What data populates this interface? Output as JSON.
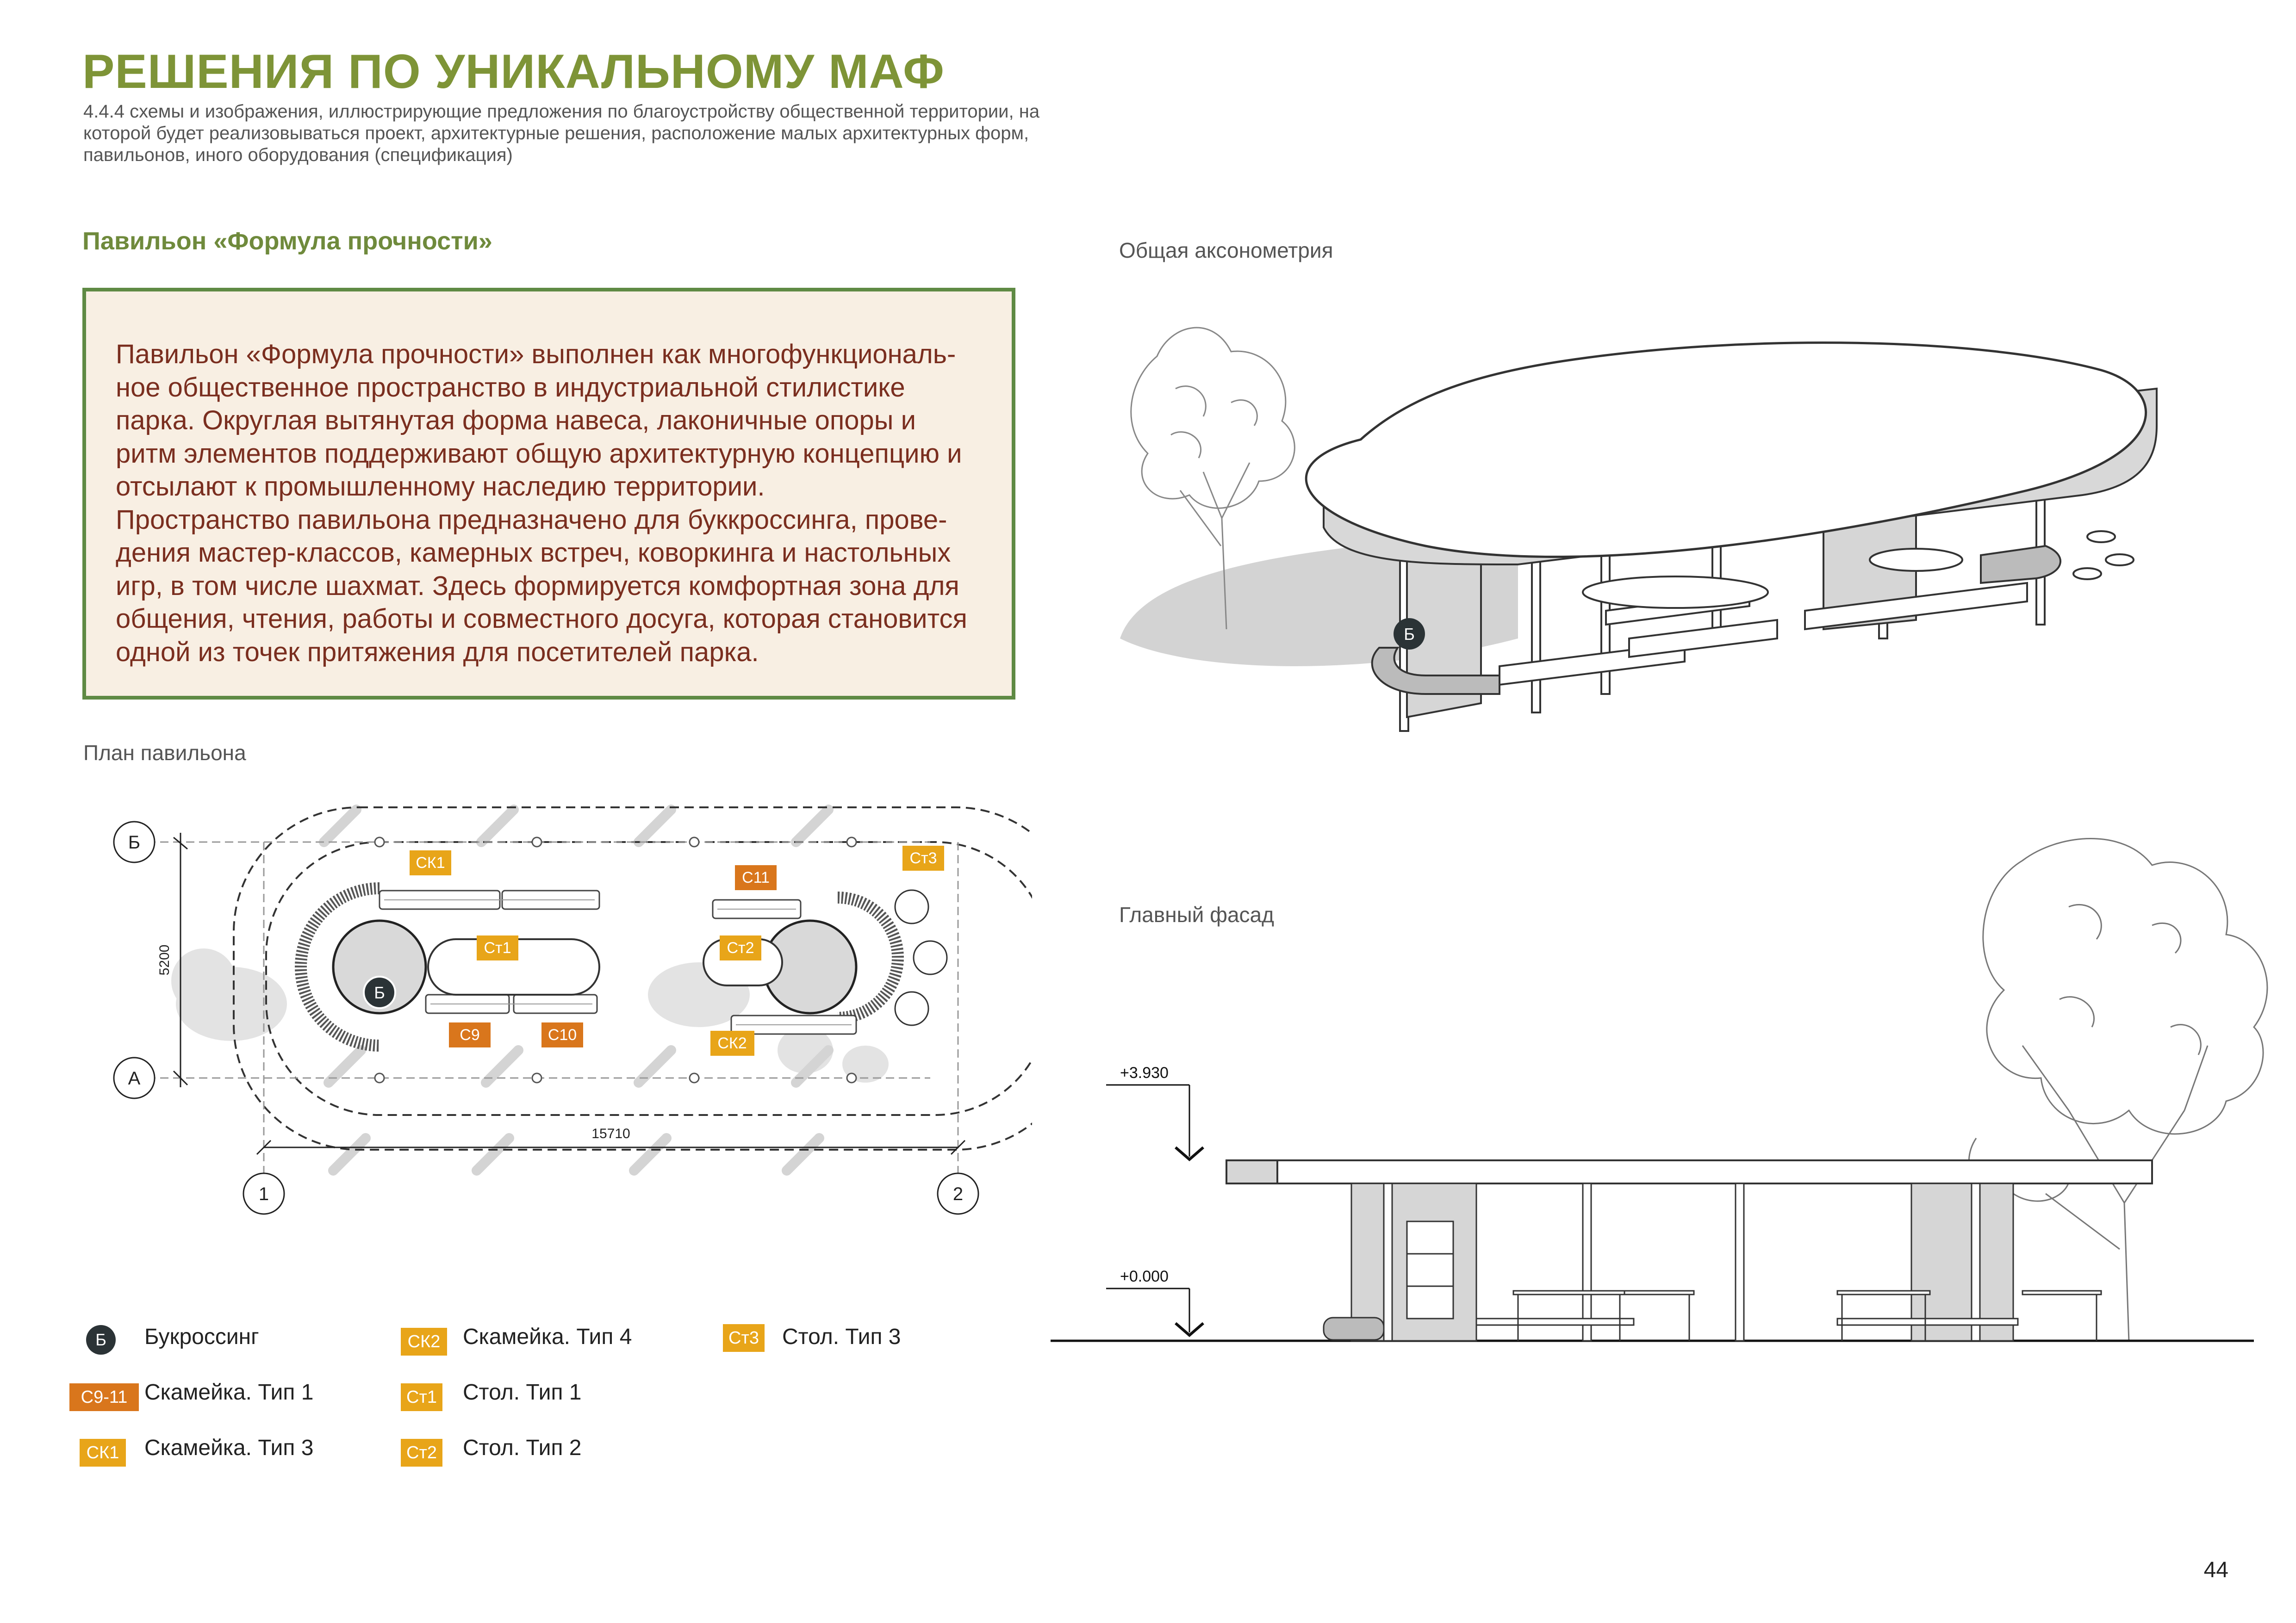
{
  "header": {
    "title": "РЕШЕНИЯ ПО УНИКАЛЬНОМУ МАФ",
    "subtitle": "4.4.4 схемы и изображения, иллюстрирующие предложения по благоустройству общественной территории, на которой будет реализовываться проект, архитектурные решения, расположение малых архитектурных форм, павильонов, иного оборудования (спецификация)"
  },
  "pavilion": {
    "name": "Павильон «Формула прочности»",
    "description": "Павильон «Формула прочности» выполнен как многофункциональ-\nное общественное пространство в индустриальной стилистике\nпарка. Округлая вытянутая форма навеса, лаконичные опоры и\nритм элементов поддерживают общую архитектурную концепцию и\nотсылают к промышленному наследию территории.\nПространство павильона предназначено для буккроссинга, прове-\nдения мастер-классов, камерных встреч, коворкинга и настольных\nигр, в том числе шахмат. Здесь формируется комфортная зона для\nобщения, чтения, работы и совместного досуга, которая становится\nодной из точек притяжения для посетителей парка."
  },
  "captions": {
    "plan": "План павильона",
    "axonometry": "Общая аксонометрия",
    "facade": "Главный фасад"
  },
  "plan": {
    "axis_b": "Б",
    "axis_a": "А",
    "axis_1": "1",
    "axis_2": "2",
    "dim_height": "5200",
    "dim_width": "15710",
    "bookcrossing_badge": "Б",
    "tags": {
      "ck1": "СК1",
      "ck2": "СК2",
      "ct1": "Ст1",
      "ct2": "Ст2",
      "ct3": "Ст3",
      "c9": "С9",
      "c10": "С10",
      "c11": "С11"
    }
  },
  "axonometry": {
    "badge": "Б"
  },
  "facade": {
    "level_top": "+3.930",
    "level_ground": "+0.000"
  },
  "legend": [
    {
      "key": "Б",
      "style": "badge",
      "label": "Букроссинг"
    },
    {
      "key": "С9-11",
      "style": "orange",
      "label": "Скамейка. Тип 1"
    },
    {
      "key": "СК1",
      "style": "yellow",
      "label": "Скамейка. Тип 3"
    },
    {
      "key": "СК2",
      "style": "yellow",
      "label": "Скамейка. Тип 4"
    },
    {
      "key": "Ст1",
      "style": "yellow",
      "label": "Стол. Тип 1"
    },
    {
      "key": "Ст2",
      "style": "yellow",
      "label": "Стол. Тип 2"
    },
    {
      "key": "Ст3",
      "style": "yellow",
      "label": "Стол. Тип 3"
    }
  ],
  "page_number": "44",
  "colors": {
    "title_green": "#7e9437",
    "box_border": "#5f8a44",
    "box_fill": "#f8efe3",
    "text_brown": "#7a2e1f",
    "tag_yellow": "#e8a519",
    "tag_orange": "#d9761c",
    "badge_dark": "#2b3336"
  }
}
